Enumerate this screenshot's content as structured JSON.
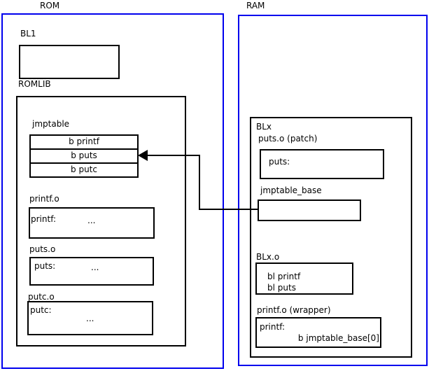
{
  "colors": {
    "frame_blue": "#0000ee",
    "line_black": "#000000",
    "background": "#ffffff"
  },
  "rom": {
    "title": "ROM",
    "bl1": {
      "label": "BL1"
    },
    "romlib": {
      "label": "ROMLIB",
      "jmptable": {
        "label": "jmptable",
        "rows": [
          "b printf",
          "b puts",
          "b putc"
        ]
      },
      "objects": [
        {
          "label": "printf.o",
          "symbol": "printf:",
          "ellipsis": "..."
        },
        {
          "label": "puts.o",
          "symbol": "puts:",
          "ellipsis": "..."
        },
        {
          "label": "putc.o",
          "symbol": "putc:",
          "ellipsis": "..."
        }
      ]
    }
  },
  "ram": {
    "title": "RAM",
    "blx": {
      "label": "BLx",
      "puts_patch": {
        "label": "puts.o (patch)",
        "symbol": "puts:"
      },
      "jmptable_base": {
        "label": "jmptable_base"
      },
      "blx_o": {
        "label": "BLx.o",
        "lines": [
          "bl printf",
          "bl puts"
        ]
      },
      "printf_wrapper": {
        "label": "printf.o (wrapper)",
        "symbol": "printf:",
        "branch": "b jmptable_base[0]"
      }
    }
  }
}
